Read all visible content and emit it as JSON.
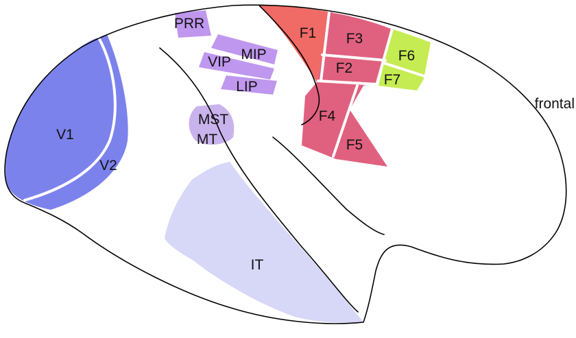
{
  "labels": {
    "v1": "V1",
    "v2": "V2",
    "prr": "PRR",
    "mip": "MIP",
    "vip": "VIP",
    "lip": "LIP",
    "mst": "MST",
    "mt": "MT",
    "it": "IT",
    "f1": "F1",
    "f2": "F2",
    "f3": "F3",
    "f4": "F4",
    "f5": "F5",
    "f6": "F6",
    "f7": "F7",
    "frontal": "frontal"
  },
  "colors": {
    "visual": "#7c82ec",
    "parietal": "#bf97ee",
    "mstmt": "#c9b3ec",
    "it": "#d7d7f8",
    "f1": "#f06a66",
    "motor": "#e0617f",
    "f67": "#c5ec52",
    "outline": "#000000"
  }
}
